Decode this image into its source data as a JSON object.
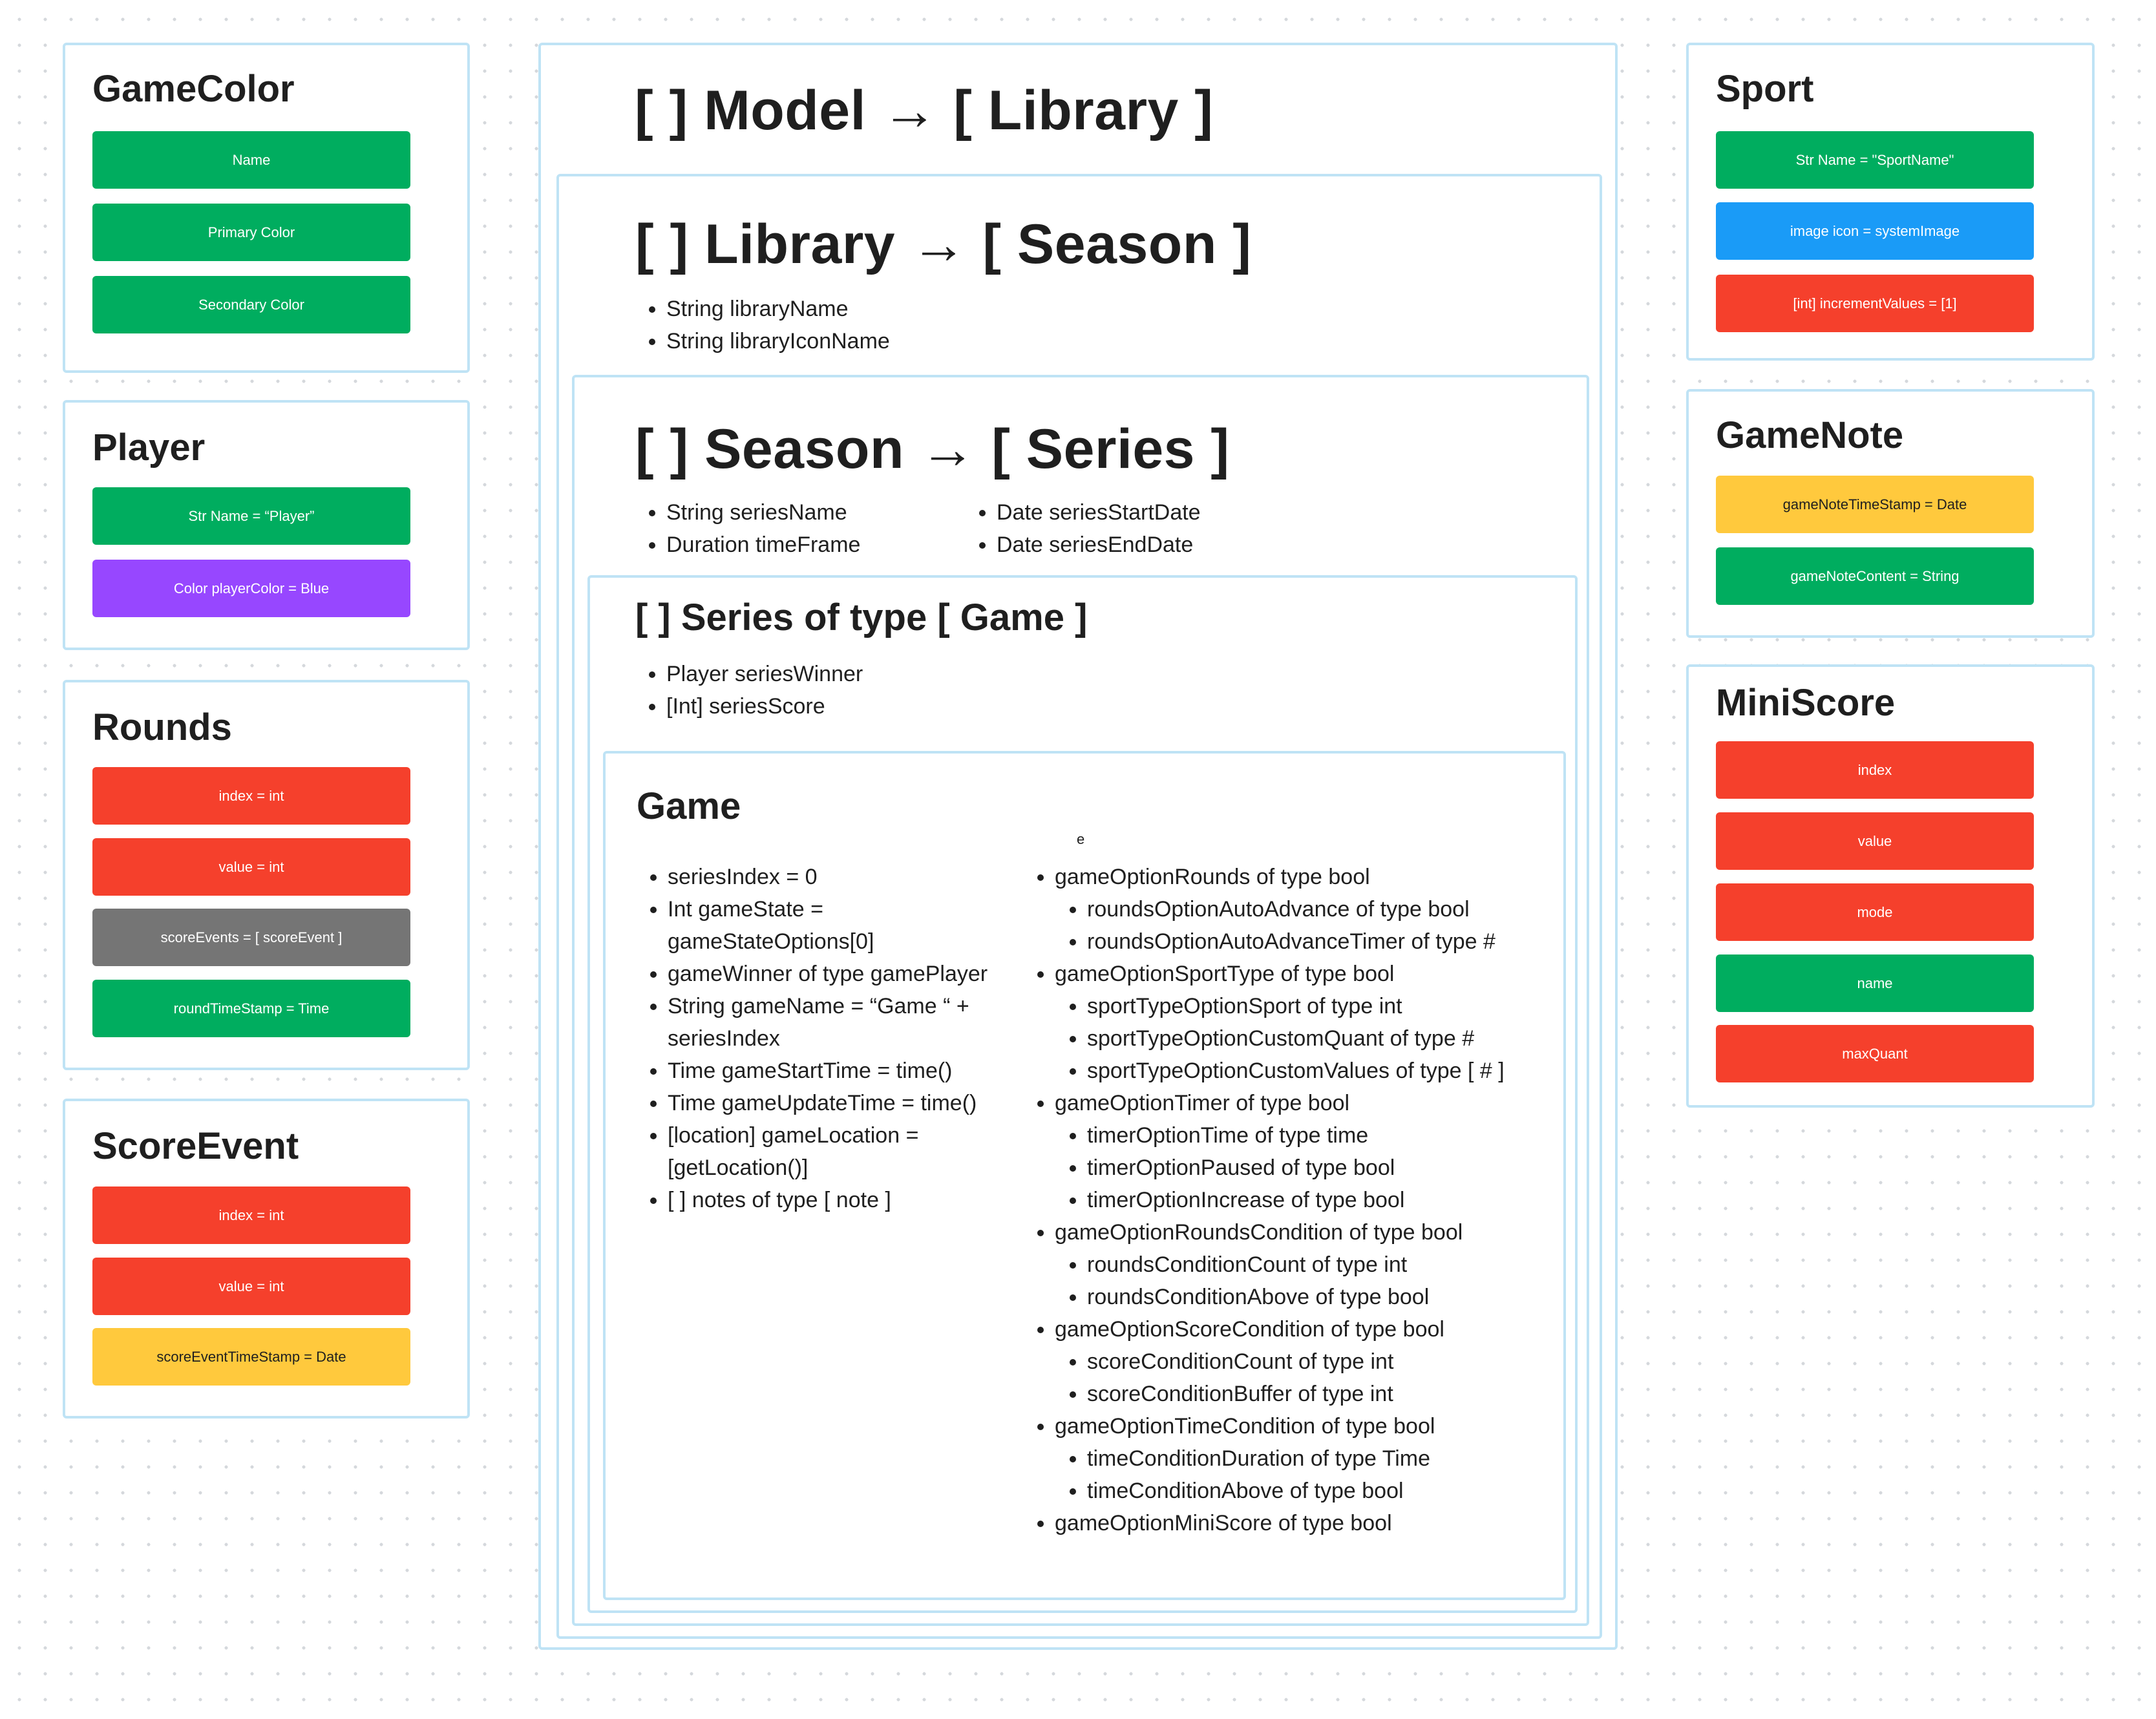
{
  "colors": {
    "green": "#00ad5f",
    "blue": "#1a9bf7",
    "red": "#f5402c",
    "gray": "#757575",
    "purple": "#9747ff",
    "yellow": "#ffc93d",
    "frame_border": "#bfe3f5"
  },
  "sidebar_left": {
    "game_color": {
      "title": "GameColor",
      "fields": [
        "Name",
        "Primary Color",
        "Secondary Color"
      ]
    },
    "player": {
      "title": "Player",
      "fields": [
        "Str Name = “Player”",
        "Color playerColor = Blue"
      ]
    },
    "rounds": {
      "title": "Rounds",
      "fields": [
        "index = int",
        "value = int",
        "scoreEvents = [ scoreEvent ]",
        "roundTimeStamp = Time"
      ]
    },
    "score_event": {
      "title": "ScoreEvent",
      "fields": [
        "index = int",
        "value = int",
        "scoreEventTimeStamp = Date"
      ]
    }
  },
  "center": {
    "model_title": "[ ] Model → [ Library ]",
    "library": {
      "title": "[ ] Library → [ Season ]",
      "items": [
        "String libraryName",
        "String libraryIconName"
      ]
    },
    "season": {
      "title": "[ ] Season → [ Series ]",
      "items_left": [
        "String seriesName",
        "Duration timeFrame"
      ],
      "items_right": [
        "Date seriesStartDate",
        "Date seriesEndDate"
      ]
    },
    "series": {
      "title": "[ ] Series of type [ Game ]",
      "items": [
        "Player seriesWinner",
        "[Int] seriesScore"
      ]
    },
    "game": {
      "title": "Game",
      "stray_mark": "e",
      "left_items": [
        "seriesIndex = 0",
        "Int gameState = gameStateOptions[0]",
        "gameWinner of type gamePlayer",
        "String gameName = “Game “ + seriesIndex",
        "Time gameStartTime = time()",
        "Time gameUpdateTime = time()",
        "[location] gameLocation = [getLocation()]",
        "[ ] notes of type [ note ]"
      ],
      "options": [
        {
          "label": "gameOptionRounds of type bool",
          "subs": [
            "roundsOptionAutoAdvance of type bool",
            "roundsOptionAutoAdvanceTimer of type #"
          ]
        },
        {
          "label": "gameOptionSportType of type bool",
          "subs": [
            "sportTypeOptionSport of type int",
            "sportTypeOptionCustomQuant of type #",
            "sportTypeOptionCustomValues of type [ # ]"
          ]
        },
        {
          "label": "gameOptionTimer of type bool",
          "subs": [
            "timerOptionTime of type time",
            "timerOptionPaused of type bool",
            "timerOptionIncrease of type bool"
          ]
        },
        {
          "label": "gameOptionRoundsCondition of type bool",
          "subs": [
            "roundsConditionCount of type int",
            "roundsConditionAbove of type bool"
          ]
        },
        {
          "label": "gameOptionScoreCondition of type bool",
          "subs": [
            "scoreConditionCount of type int",
            "scoreConditionBuffer of type int"
          ]
        },
        {
          "label": "gameOptionTimeCondition of type bool",
          "subs": [
            "timeConditionDuration of type Time",
            "timeConditionAbove of type bool"
          ]
        },
        {
          "label": "gameOptionMiniScore of type bool",
          "subs": []
        }
      ]
    }
  },
  "sidebar_right": {
    "sport": {
      "title": "Sport",
      "fields": [
        "Str Name = \"SportName\"",
        "image icon = systemImage",
        "[int] incrementValues = [1]"
      ]
    },
    "game_note": {
      "title": "GameNote",
      "fields": [
        "gameNoteTimeStamp = Date",
        "gameNoteContent = String"
      ]
    },
    "mini_score": {
      "title": "MiniScore",
      "fields": [
        "index",
        "value",
        "mode",
        "name",
        "maxQuant"
      ]
    }
  }
}
